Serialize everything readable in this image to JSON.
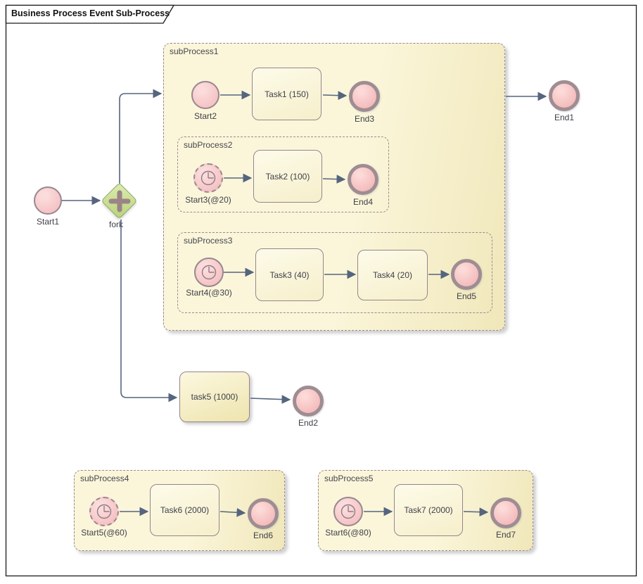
{
  "title": "Business Process Event Sub-Process",
  "nodes": {
    "start1": "Start1",
    "fork": "fork",
    "subProcess1": "subProcess1",
    "start2": "Start2",
    "task1": "Task1 (150)",
    "end3": "End3",
    "subProcess2": "subProcess2",
    "start3": "Start3(@20)",
    "task2": "Task2 (100)",
    "end4": "End4",
    "subProcess3": "subProcess3",
    "start4": "Start4(@30)",
    "task3": "Task3 (40)",
    "task4": "Task4 (20)",
    "end5": "End5",
    "end1": "End1",
    "task5": "task5 (1000)",
    "end2": "End2",
    "subProcess4": "subProcess4",
    "start5": "Start5(@60)",
    "task6": "Task6 (2000)",
    "end6": "End6",
    "subProcess5": "subProcess5",
    "start6": "Start6(@80)",
    "task7": "Task7 (2000)",
    "end7": "End7"
  },
  "icons": {
    "timer_start_event": "clock-icon",
    "parallel_gateway": "plus-icon"
  },
  "colors": {
    "subprocess_fill": "#fbf6da",
    "subprocess_border": "#9a8a90",
    "task_fill": "#fdfbe9",
    "task_border": "#95858c",
    "event_fill": "#f6c2c3",
    "start_border": "#97888f",
    "end_border": "#9e8d92",
    "gateway_fill": "#c5de92",
    "gateway_border": "#8ca45f",
    "connector": "#55657e",
    "label_text": "#3f4049"
  }
}
